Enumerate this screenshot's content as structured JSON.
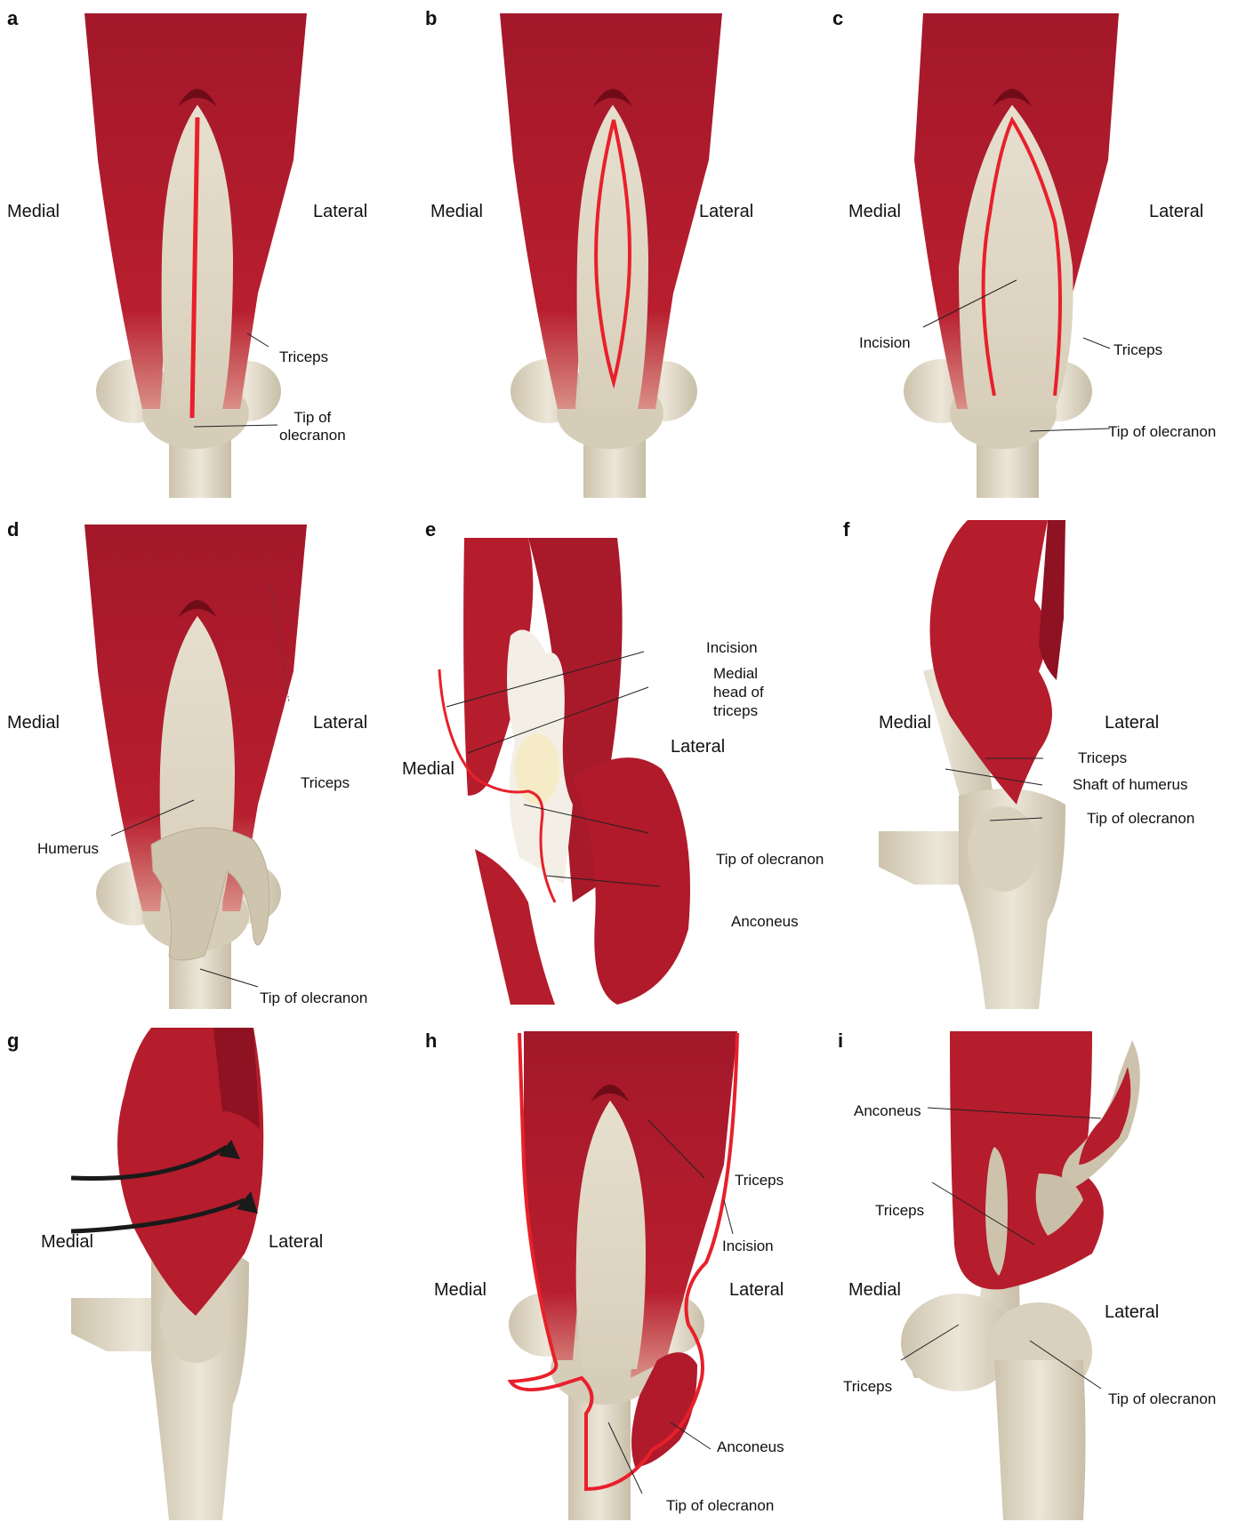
{
  "panels": {
    "a": {
      "letter": "a",
      "medial": "Medial",
      "lateral": "Lateral",
      "triceps": "Triceps",
      "tip": "Tip of\nolecranon"
    },
    "b": {
      "letter": "b",
      "medial": "Medial",
      "lateral": "Lateral"
    },
    "c": {
      "letter": "c",
      "medial": "Medial",
      "lateral": "Lateral",
      "incision": "Incision",
      "triceps": "Triceps",
      "tip": "Tip of olecranon"
    },
    "d": {
      "letter": "d",
      "medial": "Medial",
      "lateral": "Lateral",
      "triceps": "Triceps",
      "humerus": "Humerus",
      "tip": "Tip of olecranon"
    },
    "e": {
      "letter": "e",
      "medial": "Medial",
      "lateral": "Lateral",
      "incision": "Incision",
      "medial_head": "Medial\nhead of\ntriceps",
      "tip": "Tip of olecranon",
      "anconeus": "Anconeus"
    },
    "f": {
      "letter": "f",
      "medial": "Medial",
      "lateral": "Lateral",
      "triceps": "Triceps",
      "shaft": "Shaft of humerus",
      "tip": "Tip of olecranon"
    },
    "g": {
      "letter": "g",
      "medial": "Medial",
      "lateral": "Lateral"
    },
    "h": {
      "letter": "h",
      "medial": "Medial",
      "lateral": "Lateral",
      "triceps": "Triceps",
      "incision": "Incision",
      "anconeus": "Anconeus",
      "tip": "Tip of olecranon"
    },
    "i": {
      "letter": "i",
      "medial": "Medial",
      "lateral": "Lateral",
      "anconeus": "Anconeus",
      "triceps_upper": "Triceps",
      "triceps_lower": "Triceps",
      "tip": "Tip of olecranon"
    }
  },
  "colors": {
    "muscle": "#b51c2c",
    "muscle_dark": "#7e0f1c",
    "bone": "#e4dccb",
    "bone_dark": "#c9bfa9",
    "incision": "#e8202a",
    "arrow": "#1a1a1a"
  }
}
